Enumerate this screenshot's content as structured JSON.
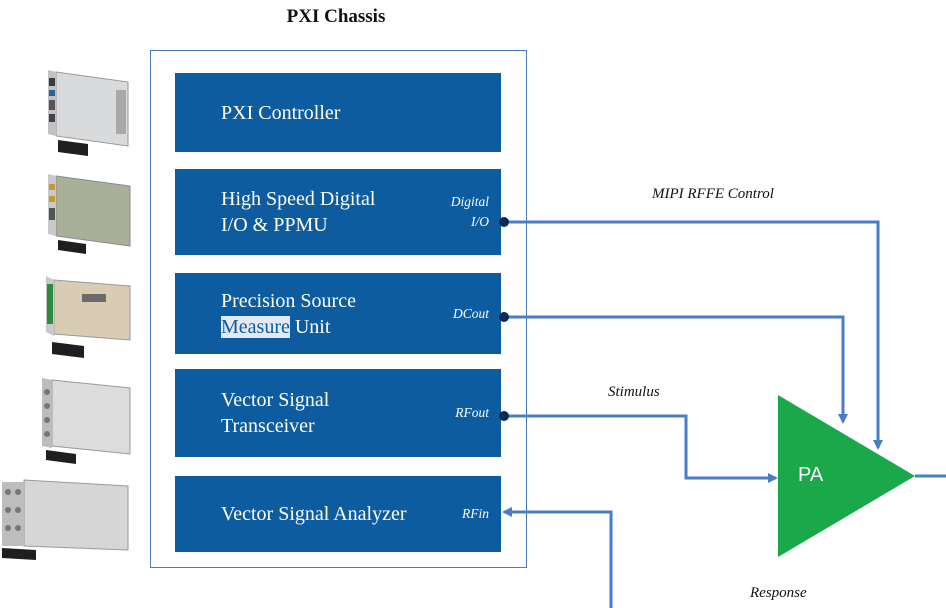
{
  "title": "PXI Chassis",
  "modules": [
    {
      "name_lines": [
        "PXI Controller"
      ],
      "port_lines": []
    },
    {
      "name_lines": [
        "High Speed Digital",
        "I/O & PPMU"
      ],
      "port_lines": [
        "Digital",
        "I/O"
      ]
    },
    {
      "name_lines": [
        "Precision Source",
        "Measure Unit"
      ],
      "port_lines": [
        "DCout"
      ]
    },
    {
      "name_lines": [
        "Vector Signal",
        "Transceiver"
      ],
      "port_lines": [
        "RFout"
      ]
    },
    {
      "name_lines": [
        "Vector Signal Analyzer"
      ],
      "port_lines": [
        "RFin"
      ]
    }
  ],
  "signals": {
    "mipi": "MIPI RFFE Control",
    "stimulus": "Stimulus",
    "response": "Response"
  },
  "amplifier": {
    "label": "PA",
    "color": "#1aa84a"
  },
  "colors": {
    "module": "#0d5ca0",
    "wire": "#4a7ec4"
  }
}
